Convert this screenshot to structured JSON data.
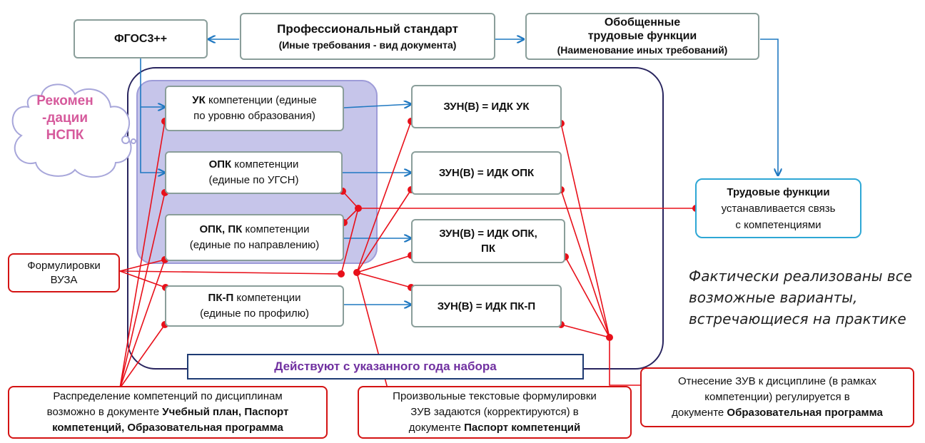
{
  "top": {
    "fgos": "ФГОС3++",
    "prof_standard": {
      "line1": "Профессиональный  стандарт",
      "line2": "(Иные требования - вид документа)"
    },
    "generalized": {
      "line1": "Обобщенные",
      "line2": "трудовые  функции",
      "line3": "(Наименование иных требований)"
    }
  },
  "cloud": {
    "line1": "Рекомен",
    "line2": "-дации",
    "line3": "НСПК"
  },
  "competencies": [
    {
      "bold": "УК",
      "rest": "  компетенции (единые",
      "line2": "по уровню образования)"
    },
    {
      "bold": "ОПК",
      "rest": "  компетенции",
      "line2": "(единые по УГСН)"
    },
    {
      "bold": "ОПК, ПК",
      "rest": "  компетенции",
      "line2": "(единые по направлению)"
    },
    {
      "bold": "ПК-П",
      "rest": "  компетенции",
      "line2": "(единые по профилю)"
    }
  ],
  "zun": [
    {
      "line1": "ЗУН(В) = ИДК УК",
      "line2": ""
    },
    {
      "line1": "ЗУН(В) = ИДК ОПК",
      "line2": ""
    },
    {
      "line1": "ЗУН(В) = ИДК ОПК,",
      "line2": "ПК"
    },
    {
      "line1": "ЗУН(В) = ИДК ПК-П",
      "line2": ""
    }
  ],
  "labor_functions": {
    "line1": "Трудовые функции",
    "line2": "устанавливается связь",
    "line3": "с компетенциями"
  },
  "university": {
    "line1": "Формулировки",
    "line2": "ВУЗА"
  },
  "banner": "Действуют  с указанного  года набора",
  "note": "Фактически реализованы все возможные варианты, встречающиеся на практике",
  "bottom": {
    "distribution": {
      "line1": "Распределение компетенций по дисциплинам",
      "line2_pre": "возможно в документе ",
      "line2_bold": "Учебный план, Паспорт",
      "line3": "компетенций, Образовательная программа"
    },
    "free_text": {
      "line1": "Произвольные текстовые формулировки",
      "line2": "ЗУВ задаются  (корректируются) в",
      "line3_pre": "документе ",
      "line3_bold": "Паспорт компетенций"
    },
    "assignment": {
      "line1": "Отнесение ЗУВ к дисциплине (в рамках",
      "line2": "компетенции) регулируется в",
      "line3_pre": "документе ",
      "line3_bold": "Образовательная программа"
    }
  },
  "colors": {
    "blue_arrow": "#1f78c1",
    "red_line": "#e8101a",
    "purple_fill": "#c6c5ea",
    "dark_border": "#28245e",
    "cloud_text": "#d65a9c",
    "banner_text": "#7030a0"
  }
}
